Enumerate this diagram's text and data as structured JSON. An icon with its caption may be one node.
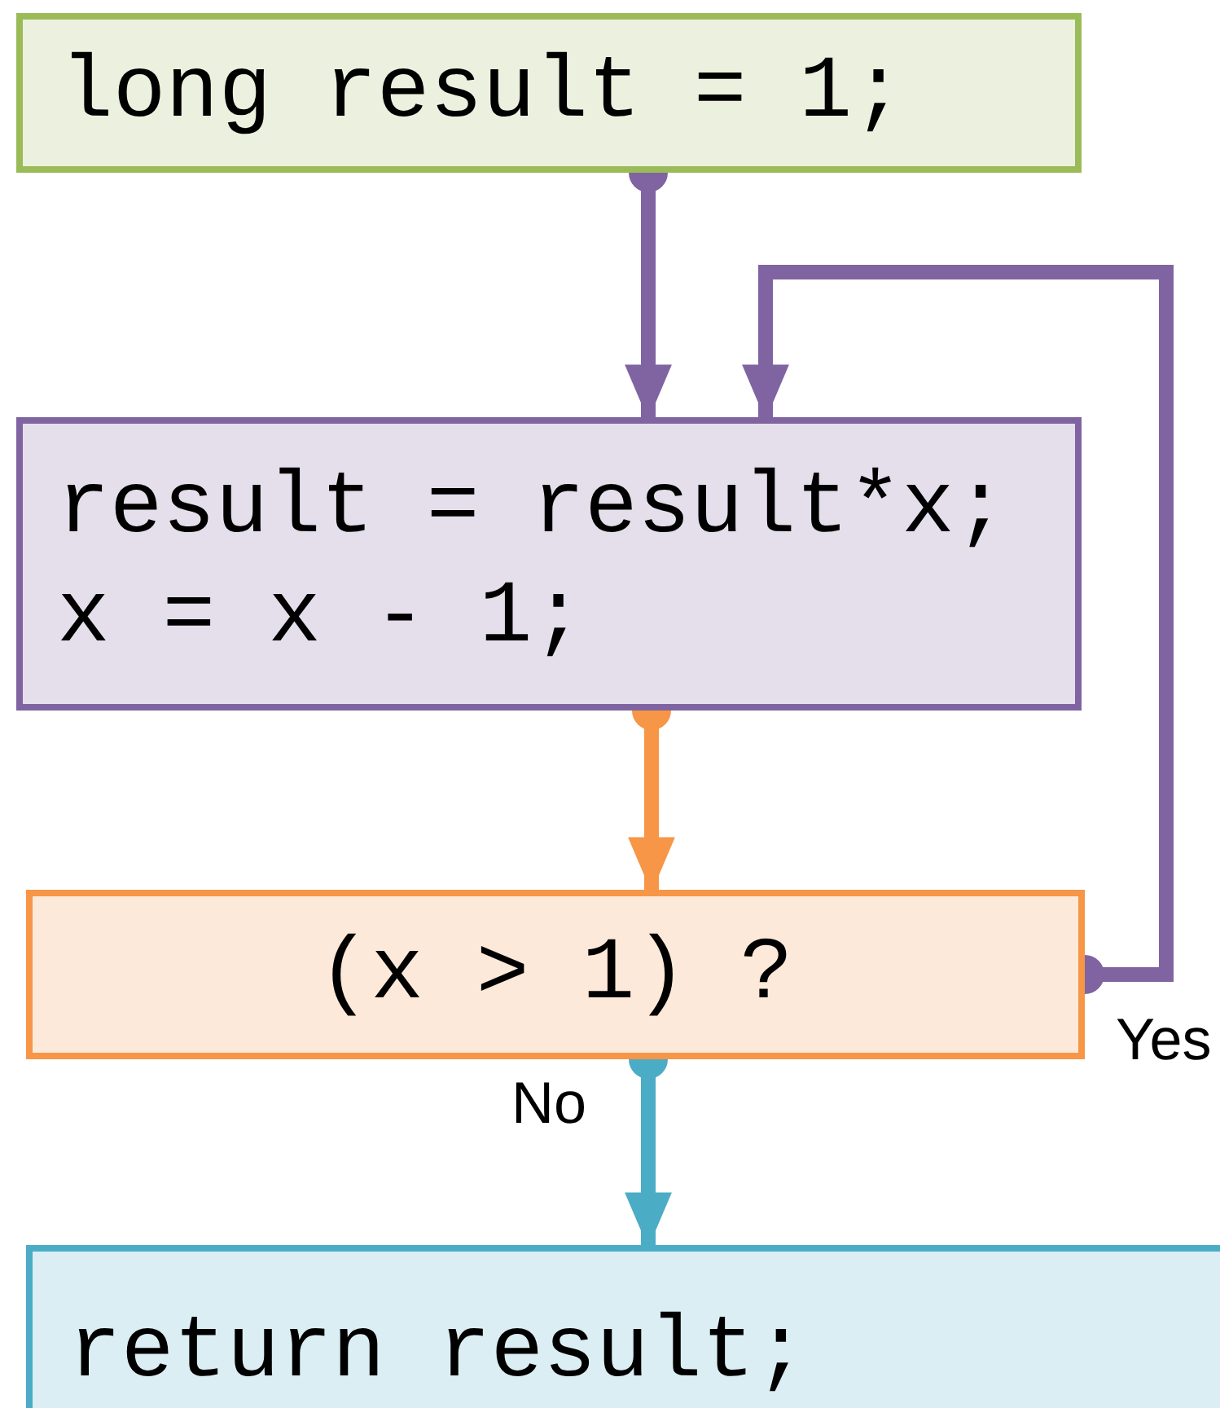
{
  "diagram": {
    "nodes": [
      {
        "text": [
          "long result = 1;"
        ]
      },
      {
        "text": [
          "result = result*x;",
          "x = x - 1;"
        ]
      },
      {
        "text": [
          "(x > 1) ?"
        ]
      },
      {
        "text": [
          "return result;"
        ]
      }
    ],
    "edges": [
      {
        "from": 0,
        "to": 1,
        "arrow": "to",
        "color": "#8064a2"
      },
      {
        "from": 1,
        "to": 2,
        "arrow": "to",
        "color": "#f79646"
      },
      {
        "from": 2,
        "to": 1,
        "arrow": "to",
        "label": "Yes",
        "color": "#8064a2"
      },
      {
        "from": 2,
        "to": 3,
        "arrow": "to",
        "label": "No",
        "color": "#4bacc6"
      }
    ]
  }
}
